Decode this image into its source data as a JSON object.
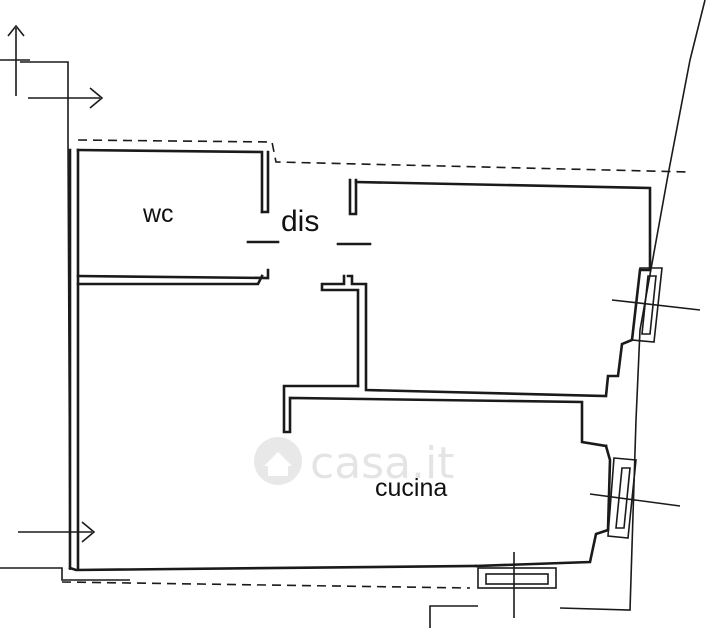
{
  "rooms": {
    "wc": "wc",
    "dis": "dis",
    "cucina": "cucina"
  },
  "watermark": {
    "text": "casa.it"
  },
  "colors": {
    "line": "#1a1a1a",
    "background": "#ffffff",
    "watermark": "#cfcfcf"
  }
}
